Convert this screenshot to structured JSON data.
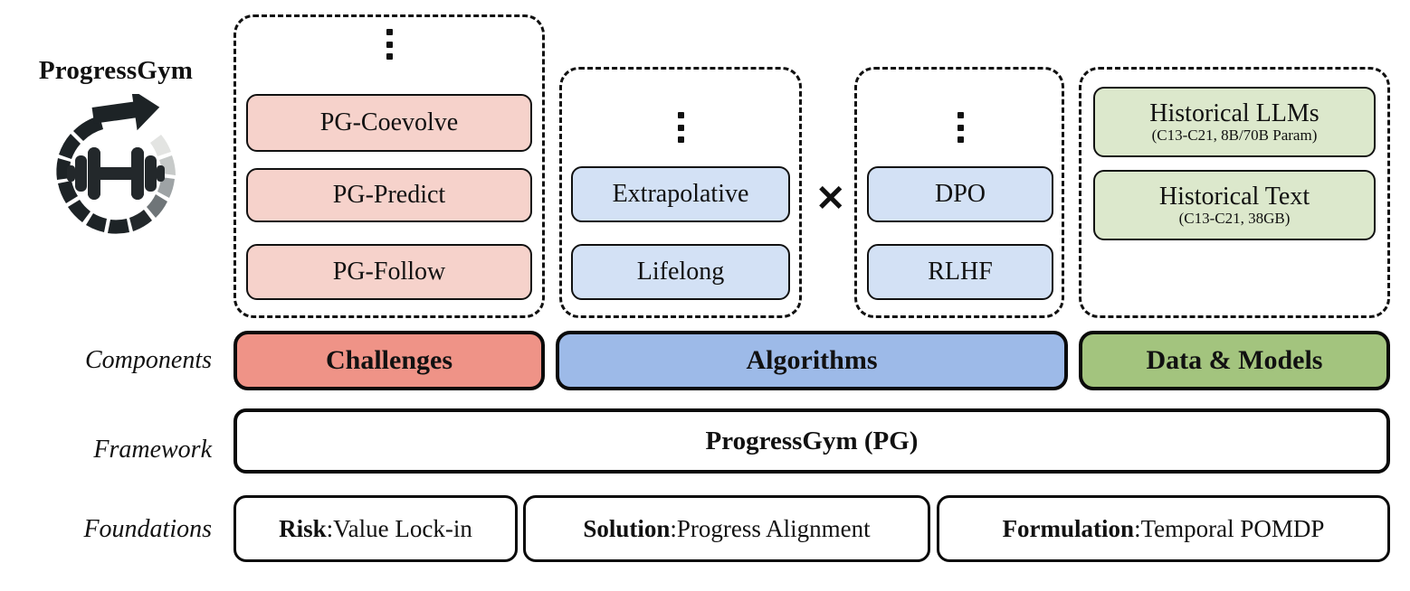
{
  "logo": {
    "title": "ProgressGym",
    "mark_name": "progressgym-circular-arrow-dumbbell-logo"
  },
  "row_labels": {
    "components": "Components",
    "framework": "Framework",
    "foundations": "Foundations"
  },
  "colors": {
    "challenge_fill": "#f6d2cb",
    "algorithm_fill": "#d3e1f5",
    "data_fill": "#dce8cc",
    "challenges_bar": "#ef9387",
    "algorithms_bar": "#9dbae8",
    "data_models_bar": "#a3c47e",
    "outline": "#0a0a0a"
  },
  "groups": {
    "challenges": {
      "ellipsis": "vertical-ellipsis",
      "items": [
        {
          "title": "PG-Coevolve",
          "sub": ""
        },
        {
          "title": "PG-Predict",
          "sub": ""
        },
        {
          "title": "PG-Follow",
          "sub": ""
        }
      ]
    },
    "algorithm_paradigm": {
      "ellipsis": "vertical-ellipsis",
      "items": [
        {
          "title": "Extrapolative",
          "sub": ""
        },
        {
          "title": "Lifelong",
          "sub": ""
        }
      ]
    },
    "algorithm_method": {
      "ellipsis": "vertical-ellipsis",
      "items": [
        {
          "title": "DPO",
          "sub": ""
        },
        {
          "title": "RLHF",
          "sub": ""
        }
      ]
    },
    "data_models": {
      "items": [
        {
          "title": "Historical LLMs",
          "sub": "(C13-C21, 8B/70B Param)"
        },
        {
          "title": "Historical Text",
          "sub": "(C13-C21, 38GB)"
        }
      ]
    }
  },
  "operators": {
    "cross_product": "✕"
  },
  "components_bars": [
    {
      "label": "Challenges"
    },
    {
      "label": "Algorithms"
    },
    {
      "label": "Data & Models"
    }
  ],
  "framework": {
    "label": "ProgressGym (PG)"
  },
  "foundations": [
    {
      "key": "Risk",
      "sep": ": ",
      "value": "Value Lock-in"
    },
    {
      "key": "Solution",
      "sep": ": ",
      "value": "Progress Alignment"
    },
    {
      "key": "Formulation",
      "sep": ": ",
      "value": "Temporal POMDP"
    }
  ]
}
